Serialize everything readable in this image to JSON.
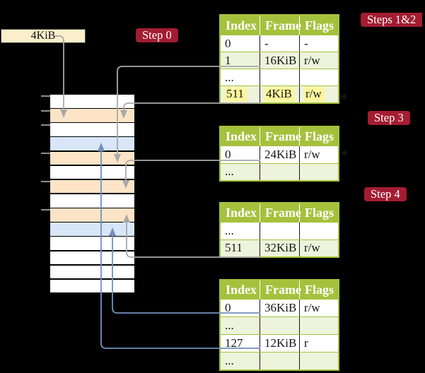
{
  "labels": {
    "frame_box": "4KiB",
    "step0": "Step 0",
    "steps12": "Steps 1&2",
    "step3": "Step 3",
    "step4": "Step 4"
  },
  "colors": {
    "background": "#000000",
    "cream_box": "#fbeecb",
    "peach_row": "#fde4c6",
    "blue_row": "#d8e6f8",
    "white_row": "#ffffff",
    "table_header_green": "#a5c13c",
    "table_row_green": "#eef3dc",
    "badge_red": "#a31c32",
    "yellow_highlight": "#fbf69e",
    "gray_arrow": "#a9a9a9",
    "blue_arrow": "#7290bf"
  },
  "memory": {
    "rows": [
      "white",
      "peach",
      "white",
      "blue",
      "peach",
      "white",
      "peach",
      "white",
      "peach",
      "blue",
      "white",
      "white",
      "white",
      "white"
    ]
  },
  "tables": [
    {
      "id": "t1",
      "headers": [
        "Index",
        "Frame",
        "Flags"
      ],
      "rows": [
        {
          "index": "0",
          "frame": "-",
          "flags": "-",
          "variant": "white",
          "highlight": false
        },
        {
          "index": "1",
          "frame": "16KiB",
          "flags": "r/w",
          "variant": "green",
          "highlight": false
        },
        {
          "index": "...",
          "frame": "",
          "flags": "",
          "variant": "white",
          "highlight": false
        },
        {
          "index": "511",
          "frame": "4KiB",
          "flags": "r/w",
          "variant": "green",
          "highlight": true
        }
      ]
    },
    {
      "id": "t2",
      "headers": [
        "Index",
        "Frame",
        "Flags"
      ],
      "rows": [
        {
          "index": "0",
          "frame": "24KiB",
          "flags": "r/w",
          "variant": "white",
          "highlight": false
        },
        {
          "index": "...",
          "frame": "",
          "flags": "",
          "variant": "green",
          "highlight": false
        }
      ]
    },
    {
      "id": "t3",
      "headers": [
        "Index",
        "Frame",
        "Flags"
      ],
      "rows": [
        {
          "index": "...",
          "frame": "",
          "flags": "",
          "variant": "white",
          "highlight": false
        },
        {
          "index": "511",
          "frame": "32KiB",
          "flags": "r/w",
          "variant": "green",
          "highlight": false
        }
      ]
    },
    {
      "id": "t4",
      "headers": [
        "Index",
        "Frame",
        "Flags"
      ],
      "rows": [
        {
          "index": "0",
          "frame": "36KiB",
          "flags": "r/w",
          "variant": "white",
          "highlight": false
        },
        {
          "index": "...",
          "frame": "",
          "flags": "",
          "variant": "green",
          "highlight": false
        },
        {
          "index": "127",
          "frame": "12KiB",
          "flags": "r",
          "variant": "white",
          "highlight": false
        },
        {
          "index": "...",
          "frame": "",
          "flags": "",
          "variant": "green",
          "highlight": false
        }
      ]
    }
  ],
  "connections": [
    {
      "from": "4KiB-box",
      "to": "memory-frame-4KiB",
      "color": "gray",
      "direction": "down"
    },
    {
      "from": "table1-entry-1",
      "to": "memory-frame-16KiB",
      "color": "gray",
      "direction": "down"
    },
    {
      "from": "table1-entry-511",
      "to": "memory-frame-4KiB",
      "color": "gray",
      "direction": "down"
    },
    {
      "from": "table2-entry-0",
      "to": "memory-frame-24KiB",
      "color": "gray",
      "direction": "down"
    },
    {
      "from": "table3-entry-511",
      "to": "memory-frame-32KiB",
      "color": "gray",
      "direction": "up"
    },
    {
      "from": "table4-entry-0",
      "to": "memory-frame-36KiB",
      "color": "blue",
      "direction": "up"
    },
    {
      "from": "table4-entry-127",
      "to": "memory-frame-12KiB",
      "color": "blue",
      "direction": "up"
    }
  ]
}
